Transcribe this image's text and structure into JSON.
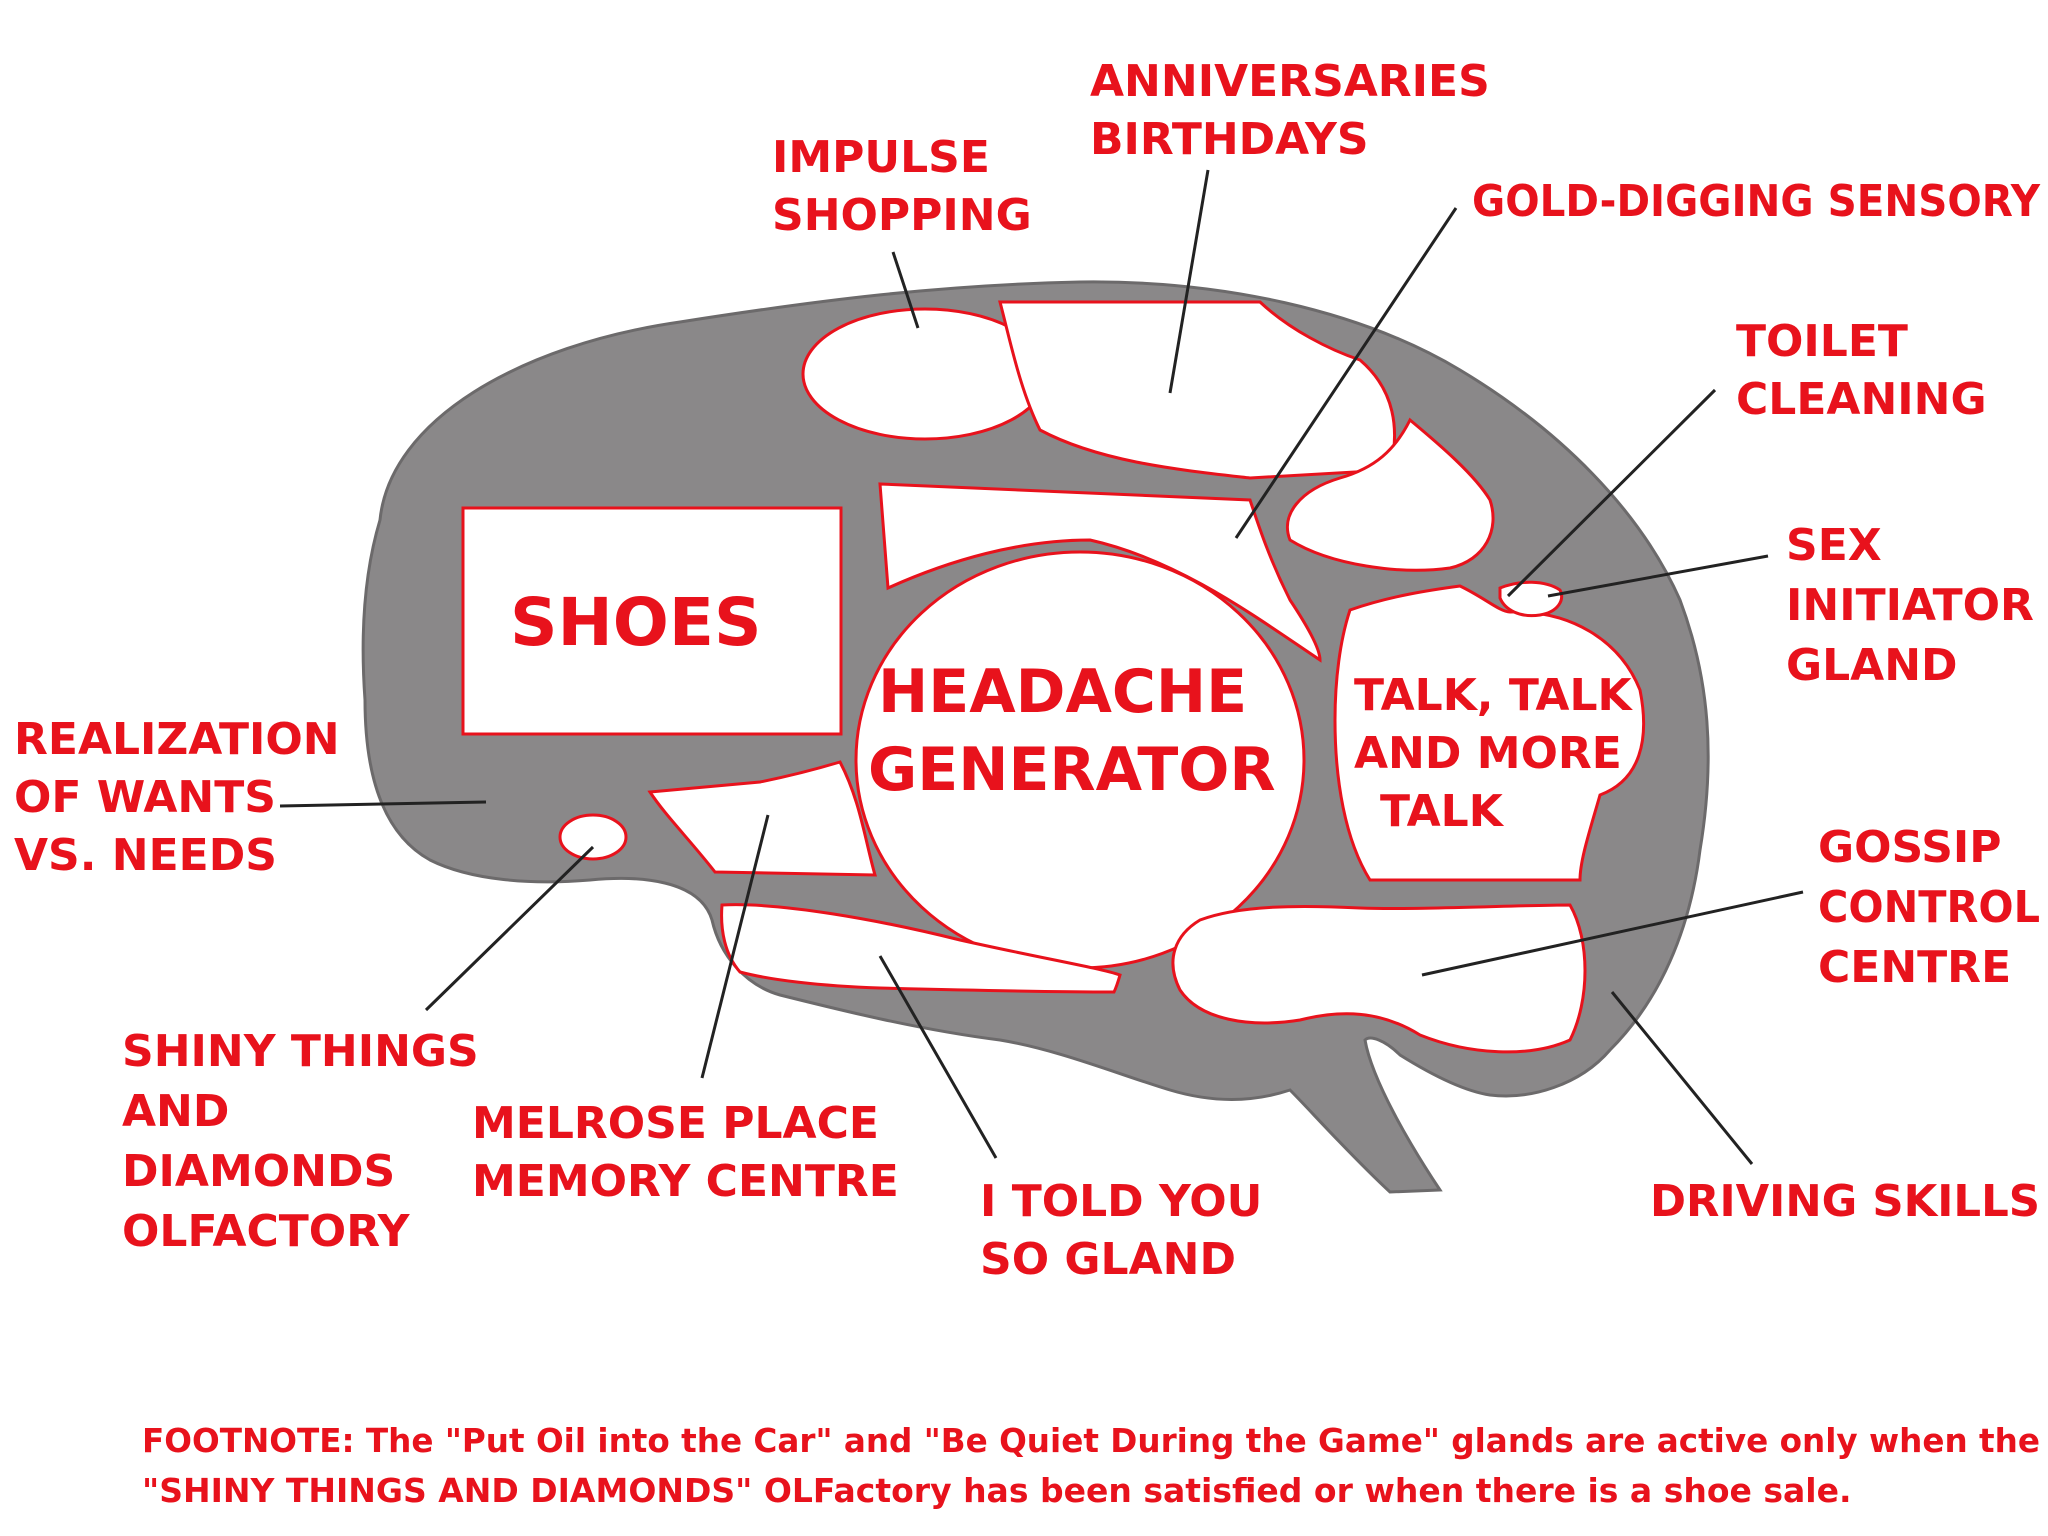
{
  "colors": {
    "brain": "#8a8889",
    "text": "#e8121c",
    "leader": "#222222",
    "background": "#ffffff"
  },
  "regions": {
    "shoes": "SHOES",
    "headache": [
      "HEADACHE",
      "GENERATOR"
    ],
    "talk": [
      "TALK, TALK",
      "AND MORE",
      "TALK"
    ]
  },
  "labels": {
    "impulse": [
      "IMPULSE",
      "SHOPPING"
    ],
    "anniversaries": [
      "ANNIVERSARIES",
      "BIRTHDAYS"
    ],
    "gold": [
      "GOLD-DIGGING SENSORY"
    ],
    "toilet": [
      "TOILET",
      "CLEANING"
    ],
    "sex": [
      "SEX",
      "INITIATOR",
      "GLAND"
    ],
    "realization": [
      "REALIZATION",
      "OF WANTS",
      "VS. NEEDS"
    ],
    "gossip": [
      "GOSSIP",
      "CONTROL",
      "CENTRE"
    ],
    "shiny": [
      "SHINY THINGS",
      "AND",
      "DIAMONDS",
      "OLFACTORY"
    ],
    "melrose": [
      "MELROSE PLACE",
      "MEMORY CENTRE"
    ],
    "told": [
      "I TOLD YOU",
      "SO GLAND"
    ],
    "driving": [
      "DRIVING SKILLS"
    ]
  },
  "footnote": [
    "FOOTNOTE:  The \"Put Oil into the Car\" and \"Be Quiet During the Game\" glands are active only when the",
    "\"SHINY THINGS AND DIAMONDS\" OLFactory has been satisfied or when there is a shoe sale."
  ]
}
